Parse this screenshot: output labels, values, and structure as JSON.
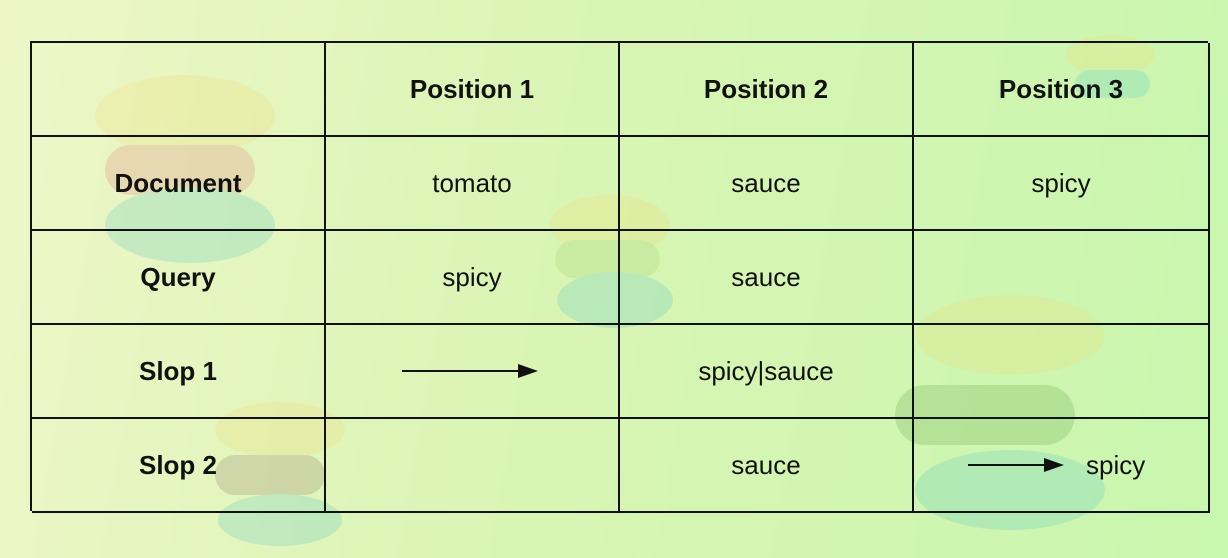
{
  "table": {
    "headers": [
      "",
      "Position 1",
      "Position 2",
      "Position 3"
    ],
    "rows": [
      {
        "label": "Document",
        "cells": [
          "tomato",
          "sauce",
          "spicy"
        ]
      },
      {
        "label": "Query",
        "cells": [
          "spicy",
          "sauce",
          ""
        ]
      },
      {
        "label": "Slop 1",
        "cells": [
          "",
          "spicy|sauce",
          ""
        ]
      },
      {
        "label": "Slop 2",
        "cells": [
          "",
          "sauce",
          "spicy"
        ]
      }
    ]
  },
  "colors": {
    "background_left": "#eef6c8",
    "background_right": "#c8f7ae",
    "grid_line": "#111111",
    "watermark_yellow": "#f3d86a",
    "watermark_teal": "#4fc3c6"
  },
  "icons": [
    "arrow-right-icon",
    "elastic-logo-watermark"
  ]
}
